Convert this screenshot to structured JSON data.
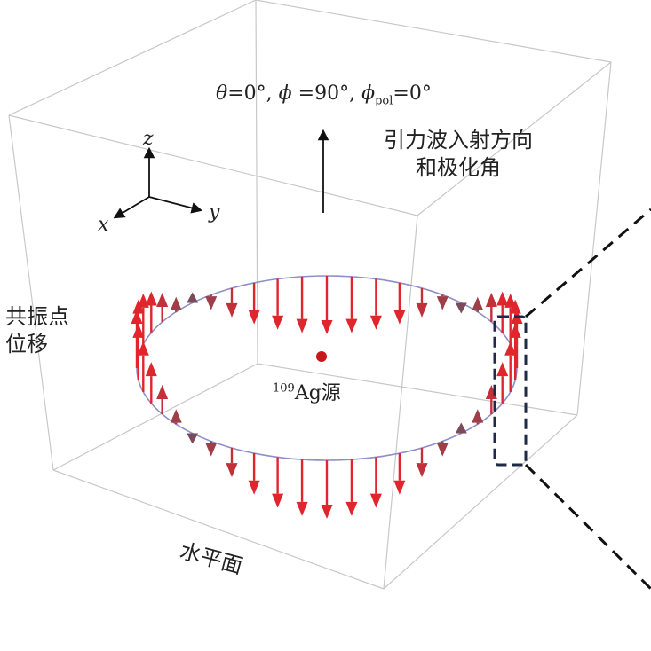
{
  "formula": {
    "theta": "θ",
    "theta_val": "=0°, ",
    "phi": "ϕ",
    "phi_val": " =90°, ",
    "phi_pol": "ϕ",
    "pol_sub": "pol",
    "pol_val": "=0°"
  },
  "wave_direction_label": [
    "引力波入射方向",
    "和极化角"
  ],
  "displacement_label": [
    "共振点",
    "位移"
  ],
  "plane_label": "水平面",
  "source_label": {
    "sup": "109",
    "text": "Ag源"
  },
  "axes": {
    "x": "x",
    "y": "y",
    "z": "z"
  },
  "colors": {
    "box_edge": "#c8c8c8",
    "ring": "#8e8ec8",
    "arrow_strong": "#e0262c",
    "arrow_weak": "#7a4b5a",
    "source_dot": "#c8161d",
    "dashed": "#111111",
    "highlight_box": "#1f2a44"
  },
  "ring": {
    "arrow_count": 48,
    "pattern": "displacement proportional to cos(2·angle); up on left/right sides, down on front/back"
  }
}
